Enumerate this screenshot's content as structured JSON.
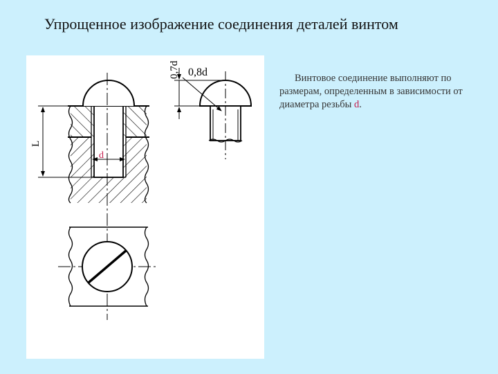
{
  "title": "Упрощенное изображение соединения деталей винтом",
  "labels": {
    "head_height": "0,7d",
    "head_radius": "0,8d",
    "length": "L",
    "diameter": "d"
  },
  "description": {
    "text": "Винтовое соединение выполняют по размерам, определенным в зависимости от диаметра резьбы ",
    "symbol": "d",
    "end": "."
  },
  "colors": {
    "background": "#ccf0fd",
    "panel": "#ffffff",
    "accent": "#c41a4a"
  }
}
